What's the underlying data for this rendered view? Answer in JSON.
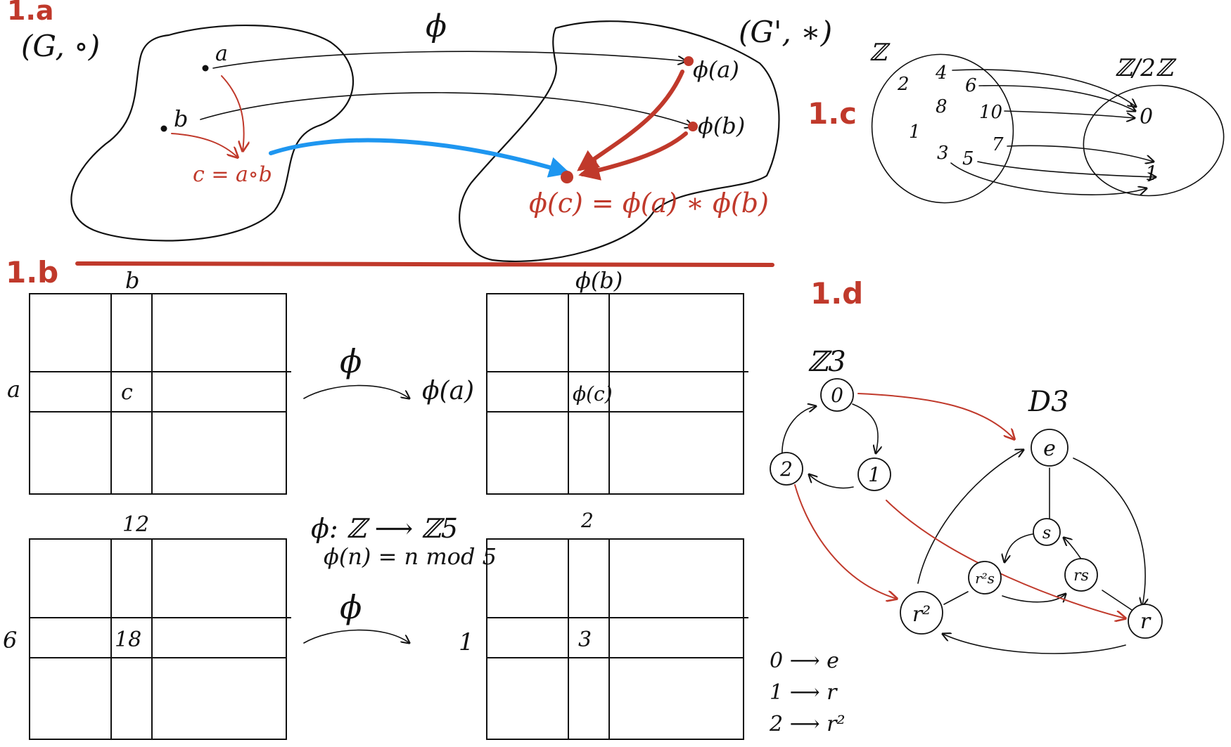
{
  "colors": {
    "red": "#c0392b",
    "blue": "#1e96f0",
    "ink": "#111111"
  },
  "sections": {
    "s1a": "1.a",
    "s1b": "1.b",
    "s1c": "1.c",
    "s1d": "1.d"
  },
  "part_a": {
    "group_g": "(G, ∘)",
    "group_g_prime": "(G', ∗)",
    "phi": "ϕ",
    "elem_a": "a",
    "elem_b": "b",
    "c_def": "c = a∘b",
    "phi_a": "ϕ(a)",
    "phi_b": "ϕ(b)",
    "phi_c_eq": "ϕ(c) = ϕ(a) ∗ ϕ(b)"
  },
  "part_b": {
    "top_left": {
      "col": "b",
      "row": "a",
      "cell": "c"
    },
    "top_arrow": "ϕ",
    "top_right": {
      "col": "ϕ(b)",
      "row": "ϕ(a)",
      "cell": "ϕ(c)"
    },
    "map_def_1": "ϕ: ℤ ⟶ ℤ5",
    "map_def_2": "ϕ(n) = n mod 5",
    "bottom_left": {
      "col": "12",
      "row": "6",
      "cell": "18"
    },
    "bottom_arrow": "ϕ",
    "bottom_right": {
      "col": "2",
      "row": "1",
      "cell": "3"
    }
  },
  "part_c": {
    "set_z": "ℤ",
    "set_quot": "ℤ/2ℤ",
    "numbers": [
      "2",
      "4",
      "6",
      "8",
      "10",
      "1",
      "3",
      "5",
      "7"
    ],
    "target_zero": "0",
    "target_one": "1"
  },
  "part_d": {
    "z3_label": "ℤ3",
    "d3_label": "D3",
    "z3_nodes": [
      "0",
      "1",
      "2"
    ],
    "d3_nodes": [
      "e",
      "s",
      "r²s",
      "rs",
      "r²",
      "r"
    ],
    "mapping": [
      "0 ⟶ e",
      "1 ⟶ r",
      "2 ⟶ r²"
    ]
  }
}
